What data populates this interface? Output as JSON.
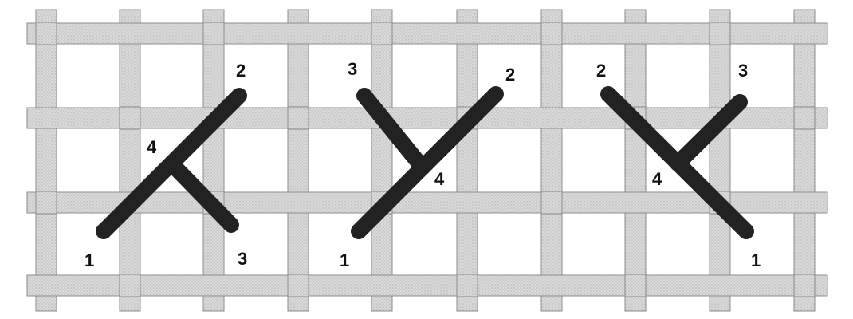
{
  "colors": {
    "background": "#ffffff",
    "thread_fill": "#d9d9d9",
    "thread_edge": "#8c8c8c",
    "stitch": "#222222",
    "label": "#111111"
  },
  "stitches": [
    {
      "name": "stitch-a",
      "labels": {
        "p1": "1",
        "p2": "2",
        "p3": "3",
        "p4": "4"
      }
    },
    {
      "name": "stitch-b",
      "labels": {
        "p1": "1",
        "p2": "2",
        "p3": "3",
        "p4": "4"
      }
    },
    {
      "name": "stitch-c",
      "labels": {
        "p1": "1",
        "p2": "2",
        "p3": "3",
        "p4": "4"
      }
    }
  ]
}
